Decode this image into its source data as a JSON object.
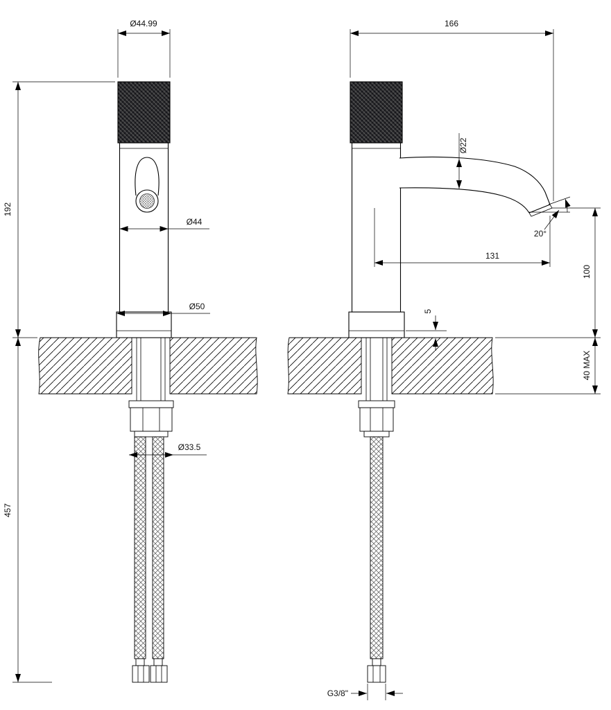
{
  "drawing": {
    "subject": "Basin mixer faucet technical drawing — front and side elevations with installation dimensions",
    "line_color": "#000000",
    "handle_fill": "#3d3d3d",
    "background": "#ffffff"
  },
  "front_view": {
    "dim_handle_diameter": "Ø44.99",
    "dim_height_above_deck": "192",
    "dim_body_diameter": "Ø44",
    "dim_base_diameter": "Ø50",
    "dim_connection_diameter": "Ø33.5",
    "dim_hose_length": "457"
  },
  "side_view": {
    "dim_overall_depth": "166",
    "dim_spout_diameter": "Ø22",
    "dim_spout_angle": "20°",
    "dim_spout_reach": "131",
    "dim_spout_height": "100",
    "dim_base_ring_height": "5",
    "dim_max_deck_thickness": "40 MAX",
    "dim_hose_thread": "G3/8\""
  }
}
